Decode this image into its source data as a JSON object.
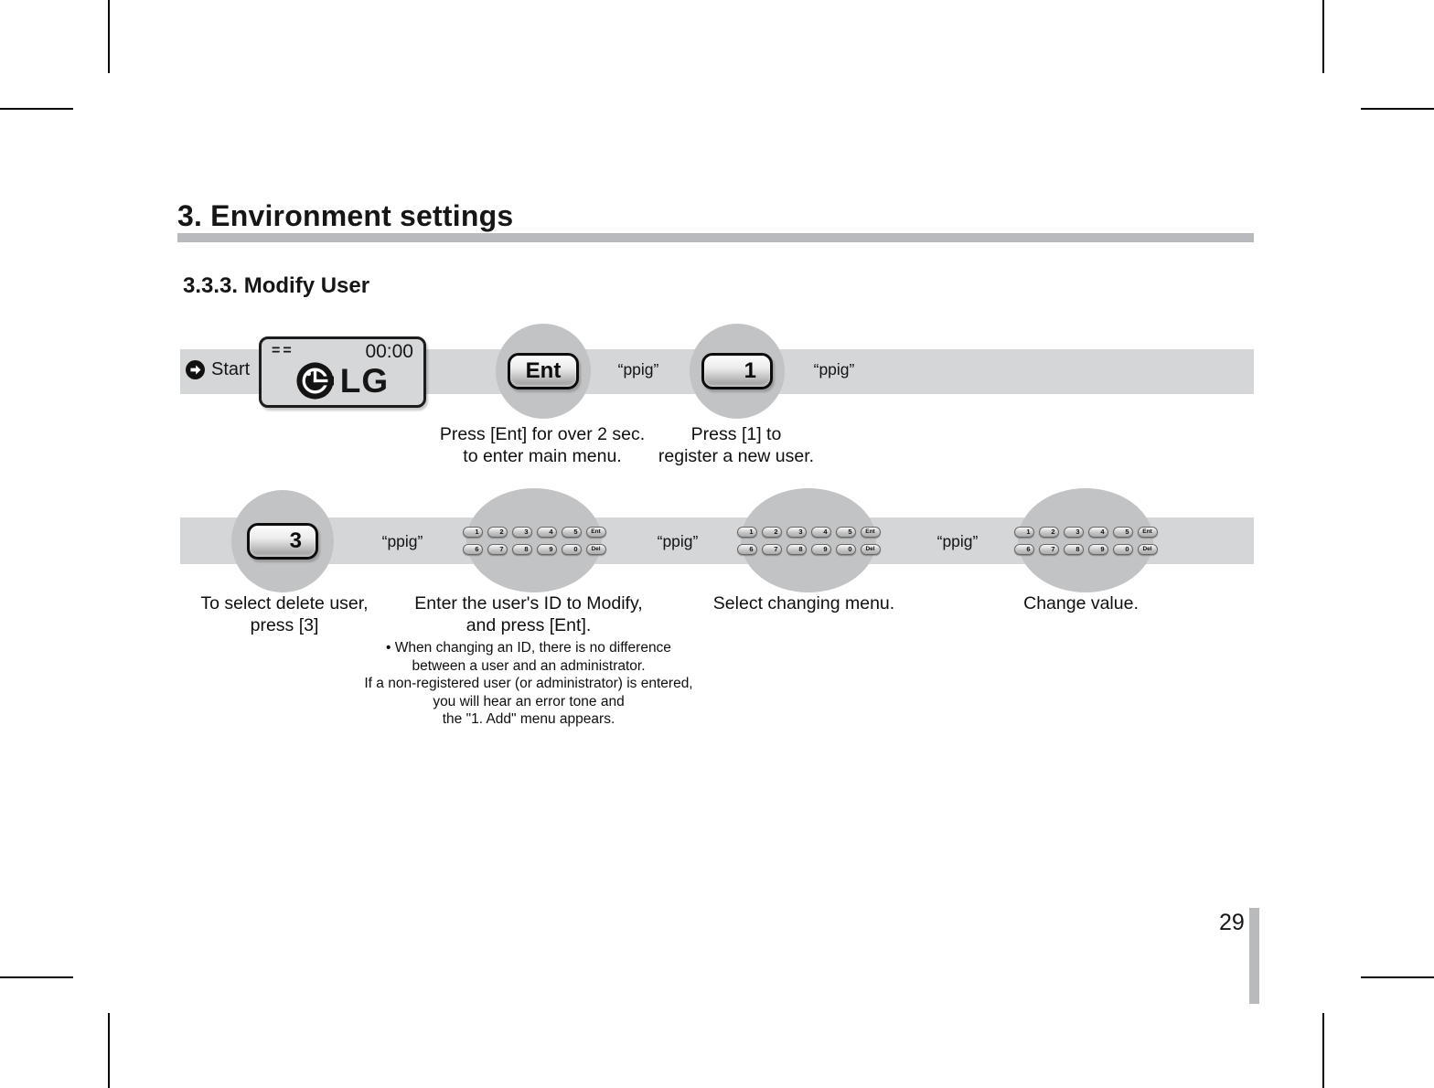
{
  "doc": {
    "title": "3. Environment settings",
    "section": "3.3.3. Modify User",
    "page_number": "29"
  },
  "colors": {
    "band": "#d5d6d8",
    "circle": "#c2c3c5",
    "title_bar": "#b9babd"
  },
  "start": {
    "label": "Start"
  },
  "lcd": {
    "status": "==",
    "time": "00:00",
    "brand": "LG"
  },
  "sounds": {
    "ppig": "“ppig”"
  },
  "buttons": {
    "ent": "Ent",
    "one": "1",
    "three": "3"
  },
  "keypad": {
    "row1": [
      "1",
      "2",
      "3",
      "4",
      "5",
      "Ent"
    ],
    "row2": [
      "6",
      "7",
      "8",
      "9",
      "0",
      "Del"
    ]
  },
  "captions": {
    "ent": [
      "Press [Ent] for over 2 sec.",
      "to enter main menu."
    ],
    "one": [
      "Press [1] to",
      "register a new user."
    ],
    "three": [
      "To select delete user,",
      "press [3]"
    ],
    "modify": [
      "Enter the user's ID to Modify,",
      "and press [Ent]."
    ],
    "modify_notes": [
      "• When changing an ID, there is no difference",
      "between a user and an administrator.",
      "If a non-registered user (or administrator) is entered,",
      "you will hear an error tone and",
      "the \"1. Add\" menu appears."
    ],
    "select": "Select changing menu.",
    "change": "Change value."
  }
}
